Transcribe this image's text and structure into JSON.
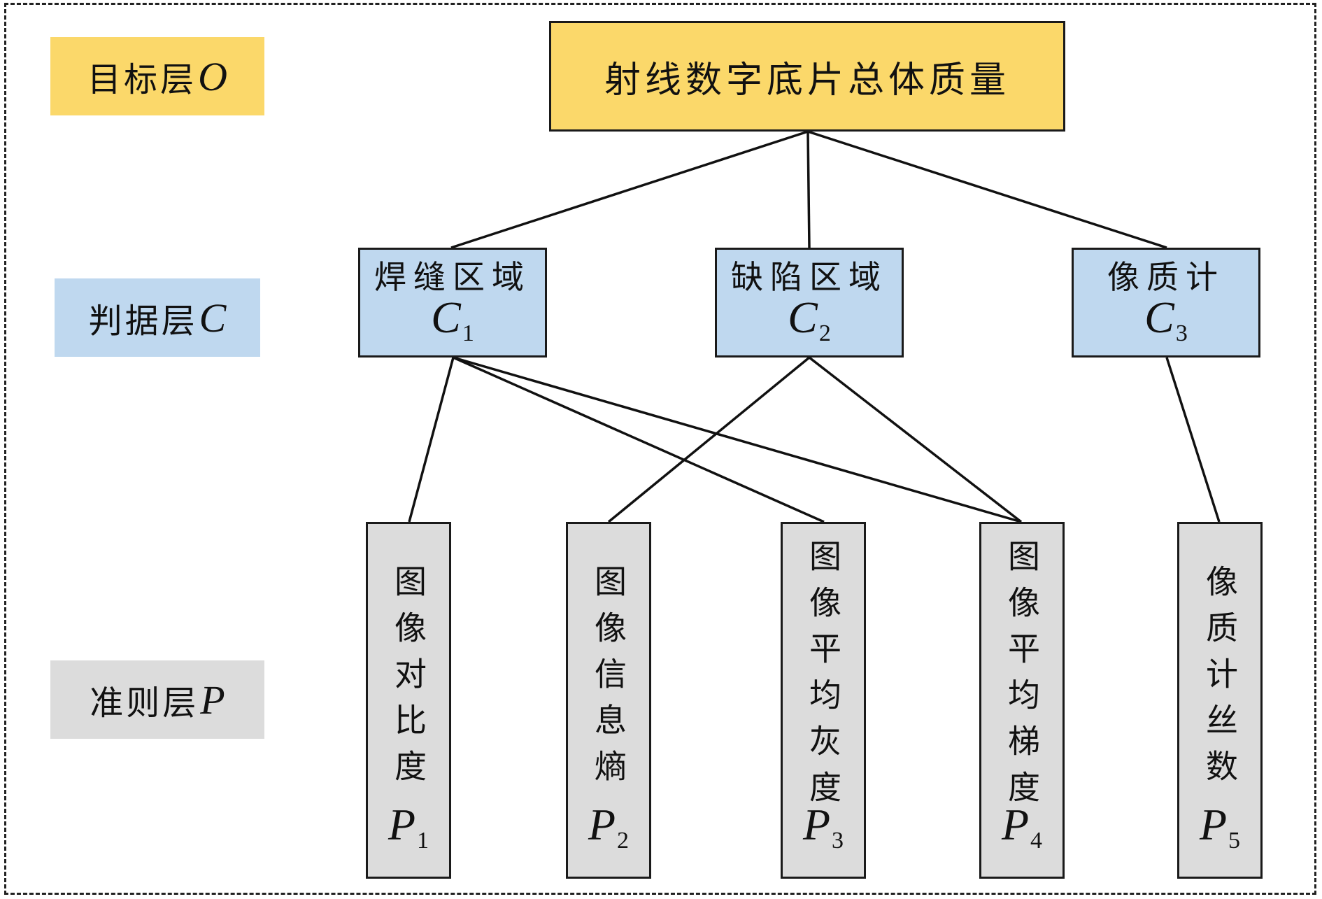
{
  "layers": {
    "goal": {
      "label": "目标层",
      "symbol": "O"
    },
    "criterion": {
      "label": "判据层",
      "symbol": "C"
    },
    "indicator": {
      "label": "准则层",
      "symbol": "P"
    }
  },
  "goal": {
    "label": "射线数字底片总体质量"
  },
  "criteria": [
    {
      "label": "焊缝区域",
      "symbol": "C",
      "sub": "1"
    },
    {
      "label": "缺陷区域",
      "symbol": "C",
      "sub": "2"
    },
    {
      "label": "像质计",
      "symbol": "C",
      "sub": "3"
    }
  ],
  "indicators": [
    {
      "label": "图像对比度",
      "symbol": "P",
      "sub": "1"
    },
    {
      "label": "图像信息熵",
      "symbol": "P",
      "sub": "2"
    },
    {
      "label": "图像平均灰度",
      "symbol": "P",
      "sub": "3"
    },
    {
      "label": "图像平均梯度",
      "symbol": "P",
      "sub": "4"
    },
    {
      "label": "像质计丝数",
      "symbol": "P",
      "sub": "5"
    }
  ],
  "colors": {
    "goal": "#fbd86a",
    "criterion": "#bfd8ef",
    "indicator": "#dcdcdc",
    "line": "#111111"
  }
}
